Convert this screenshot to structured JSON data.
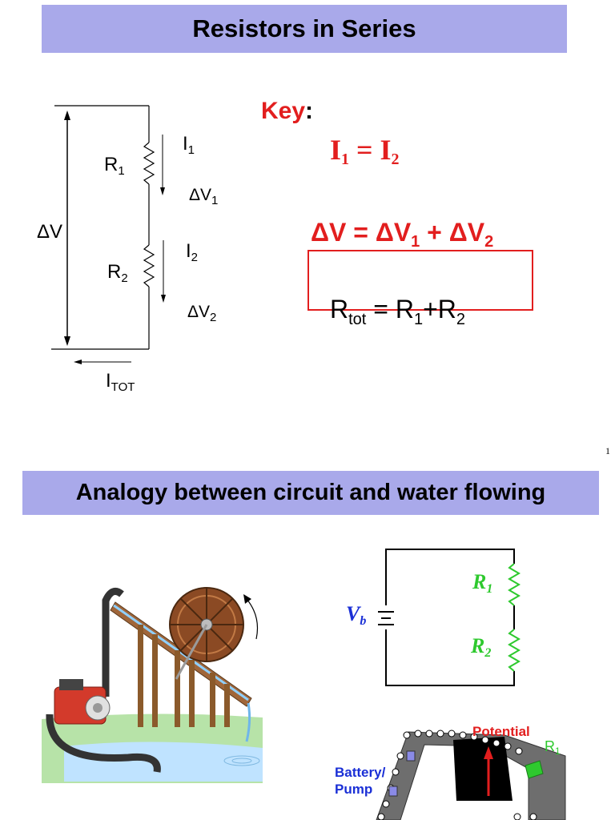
{
  "slide1": {
    "title": "Resistors in Series",
    "circuit": {
      "voltage": "ΔV",
      "r1": {
        "base": "R",
        "sub": "1"
      },
      "r2": {
        "base": "R",
        "sub": "2"
      },
      "i1": {
        "base": "I",
        "sub": "1"
      },
      "i2": {
        "base": "I",
        "sub": "2"
      },
      "dv1": {
        "base": "ΔV",
        "sub": "1"
      },
      "dv2": {
        "base": "ΔV",
        "sub": "2"
      },
      "itot": {
        "base": "I",
        "sub": "TOT"
      }
    },
    "key": {
      "label": "Key",
      "colon": ":",
      "eq1": {
        "a": "I",
        "a_sub": "1",
        "op": " = ",
        "b": "I",
        "b_sub": "2"
      },
      "eq2": {
        "a": "ΔV = ΔV",
        "a_sub": "1",
        "b": " + ΔV",
        "b_sub": "2"
      },
      "eq3": {
        "a": "R",
        "a_sub": "tot",
        "b": " = R",
        "b_sub": "1",
        "c": "+R",
        "c_sub": "2"
      }
    },
    "page_number": "1"
  },
  "slide2": {
    "title": "Analogy between circuit and water flowing",
    "circuit_figure": {
      "vb": {
        "base": "V",
        "sub": "b"
      },
      "r1": {
        "base": "R",
        "sub": "1"
      },
      "r2": {
        "base": "R",
        "sub": "2"
      }
    },
    "water_figure": {
      "potential": "Potential",
      "battery_pump": [
        "Battery/",
        "Pump"
      ],
      "r1": {
        "base": "R",
        "sub": "1"
      }
    }
  },
  "colors": {
    "banner": "#a9a9ea",
    "key_red": "#e21e1e",
    "resistor_green": "#2ec92e",
    "battery_blue": "#1a2fd6",
    "wheel_brown": "#8b4a24",
    "water_blue": "#bfe3ff",
    "grass_green": "#b7e3a8"
  }
}
